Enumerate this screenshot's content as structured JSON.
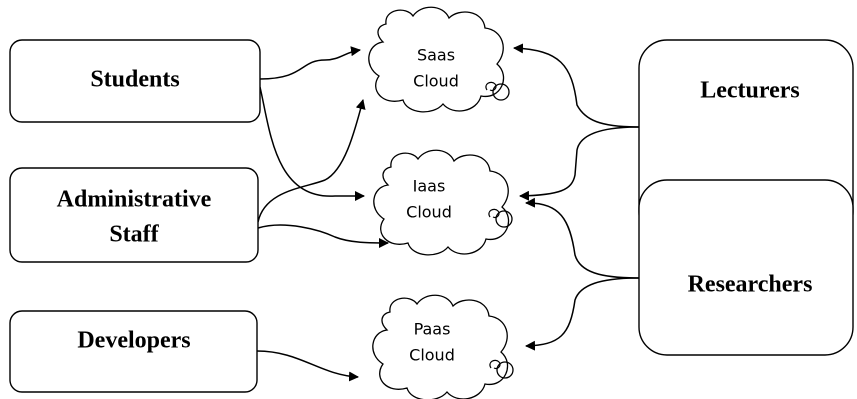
{
  "actors": {
    "students": "Students",
    "administrative_staff": [
      "Administrative",
      "Staff"
    ],
    "developers": "Developers",
    "lecturers": "Lecturers",
    "researchers": "Researchers"
  },
  "clouds": {
    "saas": [
      "Saas",
      "Cloud"
    ],
    "iaas": [
      "Iaas",
      "Cloud"
    ],
    "paas": [
      "Paas",
      "Cloud"
    ]
  },
  "colors": {
    "stroke": "#000000",
    "fill": "#ffffff"
  }
}
